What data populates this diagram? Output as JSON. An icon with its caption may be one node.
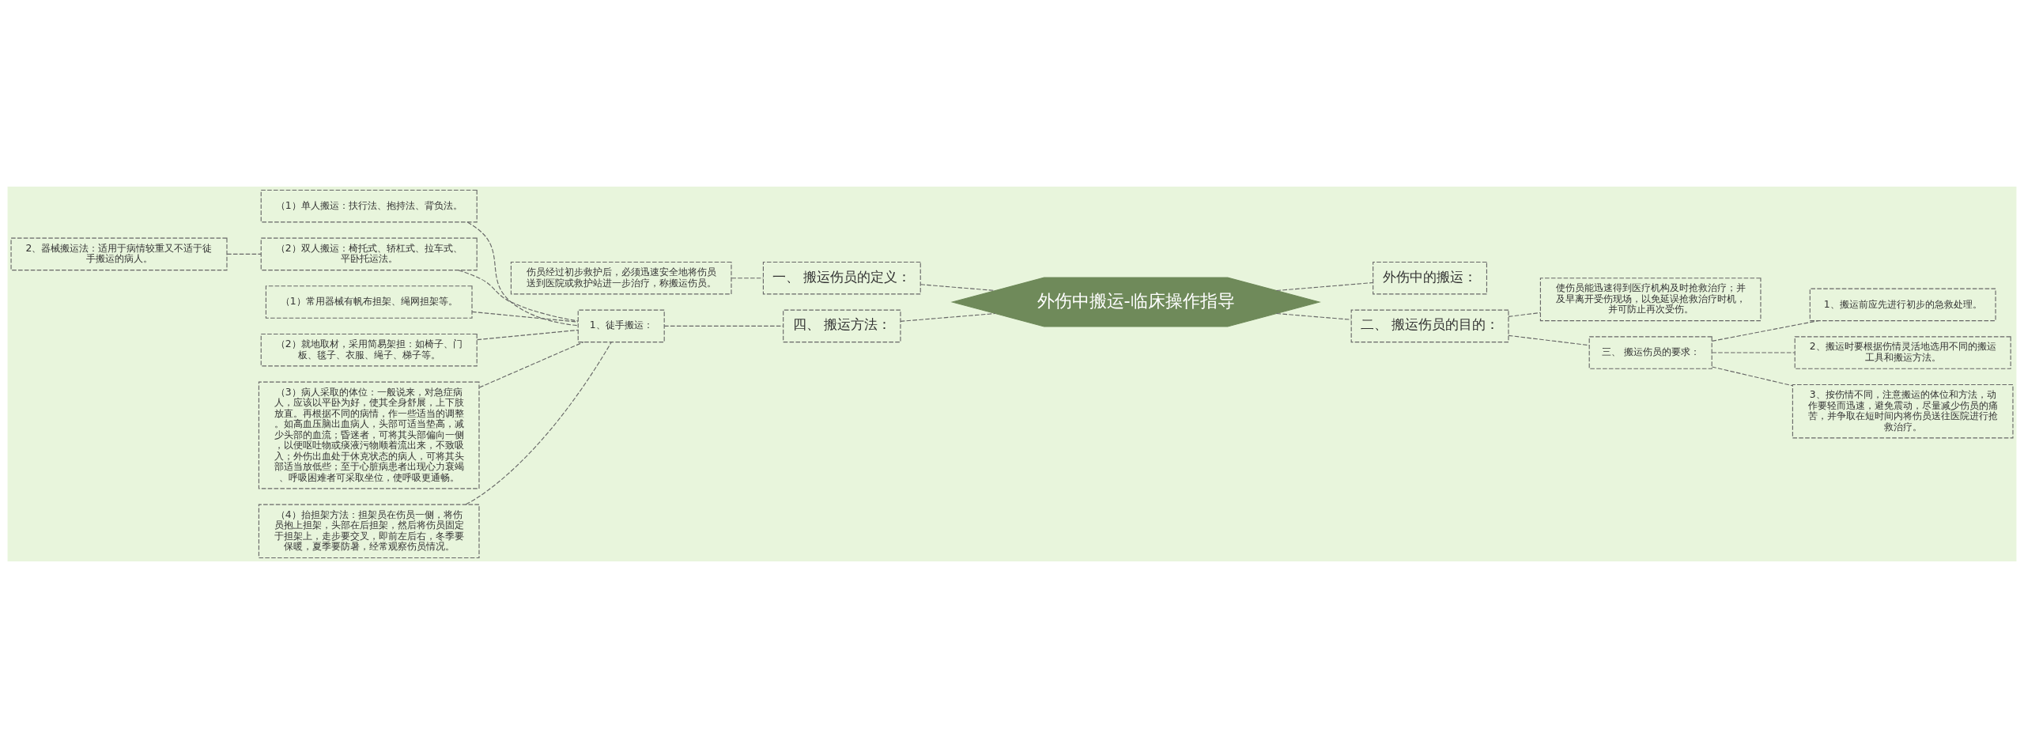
{
  "diagram": {
    "nodes": [
      {
        "text": [
          "外伤中搬运-临床操作指导"
        ]
      },
      {
        "text": [
          "一、 搬运伤员的定义："
        ]
      },
      {
        "text": [
          "伤员经过初步救护后，必须迅速安全地将伤员送到医院或救护站进一步治疗，称搬运伤员。"
        ]
      },
      {
        "text": [
          "四、 搬运方法："
        ]
      },
      {
        "text": [
          "1、徒手搬运："
        ]
      },
      {
        "text": [
          "（1）单人搬运：扶行法、抱持法、背负法。"
        ]
      },
      {
        "text": [
          "（2）双人搬运：椅托式、轿杠式、拉车式、平卧托运法。"
        ]
      },
      {
        "text": [
          "2、器械搬运法：适用于病情较重又不适于徒手搬运的病人。"
        ]
      },
      {
        "text": [
          "（1）常用器械有帆布担架、绳网担架等。"
        ]
      },
      {
        "text": [
          "（2）就地取材，采用简易架担：如椅子、门板、毯子、衣服、绳子、梯子等。"
        ]
      },
      {
        "text": [
          "（3）病人采取的体位：一般说来，对急症病人，应该以平卧为好，使其全身舒展，上下肢放直。再根据不同的病情，作一些适当的调整。如高血压脑出血病人，头部可适当垫高，减少头部的血流；昏迷者，可将其头部偏向一侧，以便呕吐物或痰液污物顺着流出来，不致吸入；外伤出血处于休克状态的病人，可将其头部适当放低些；至于心脏病患者出现心力衰竭、呼吸困难者可采取坐位，使呼吸更通畅。"
        ]
      },
      {
        "text": [
          "（4）抬担架方法：担架员在伤员一侧，将伤员抱上担架，头部在后担架，然后将伤员固定于担架上，走步要交叉，即前左后右，冬季要保暖，夏季要防暑，经常观察伤员情况。"
        ]
      },
      {
        "text": [
          "外伤中的搬运："
        ]
      },
      {
        "text": [
          "二、 搬运伤员的目的："
        ]
      },
      {
        "text": [
          "使伤员能迅速得到医疗机构及时抢救治疗；并及早离开受伤现场，以免延误抢救治疗时机，并可防止再次受伤。"
        ]
      },
      {
        "text": [
          "三、 搬运伤员的要求："
        ]
      },
      {
        "text": [
          "1、搬运前应先进行初步的急救处理。"
        ]
      },
      {
        "text": [
          "2、搬运时要根据伤情灵活地选用不同的搬运工具和搬运方法。"
        ]
      },
      {
        "text": [
          "3、按伤情不同，注意搬运的体位和方法，动作要轻而迅速，避免震动，尽量减少伤员的痛苦，并争取在短时间内将伤员送往医院进行抢救治疗。"
        ]
      }
    ],
    "edges": [
      {
        "from": 1,
        "to": 0,
        "arrow": "none"
      },
      {
        "from": 2,
        "to": 1,
        "arrow": "none"
      },
      {
        "from": 3,
        "to": 0,
        "arrow": "none"
      },
      {
        "from": 4,
        "to": 3,
        "arrow": "none"
      },
      {
        "from": 5,
        "to": 4,
        "arrow": "none"
      },
      {
        "from": 6,
        "to": 4,
        "arrow": "none"
      },
      {
        "from": 7,
        "to": 6,
        "arrow": "none"
      },
      {
        "from": 8,
        "to": 4,
        "arrow": "none"
      },
      {
        "from": 9,
        "to": 4,
        "arrow": "none"
      },
      {
        "from": 10,
        "to": 4,
        "arrow": "none"
      },
      {
        "from": 11,
        "to": 4,
        "arrow": "none"
      },
      {
        "from": 0,
        "to": 12,
        "arrow": "none"
      },
      {
        "from": 0,
        "to": 13,
        "arrow": "none"
      },
      {
        "from": 13,
        "to": 14,
        "arrow": "none"
      },
      {
        "from": 13,
        "to": 15,
        "arrow": "none"
      },
      {
        "from": 15,
        "to": 16,
        "arrow": "none"
      },
      {
        "from": 15,
        "to": 17,
        "arrow": "none"
      },
      {
        "from": 15,
        "to": 18,
        "arrow": "none"
      }
    ]
  }
}
